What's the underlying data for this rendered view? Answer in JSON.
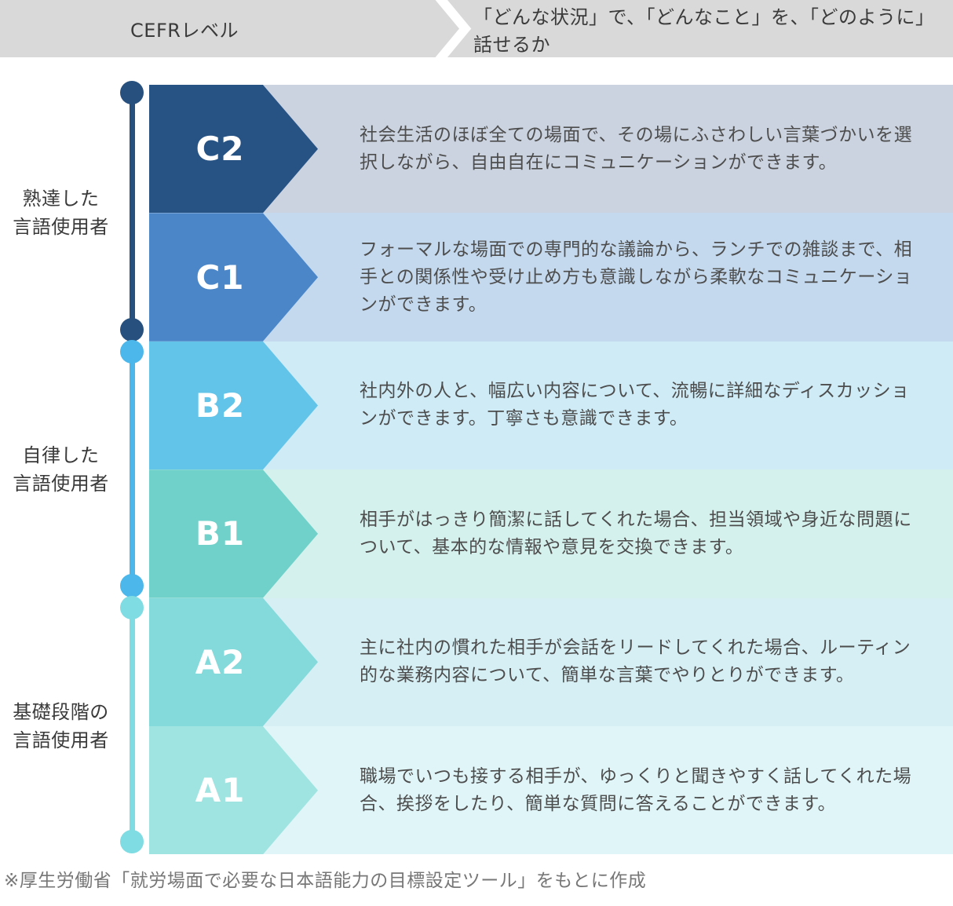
{
  "header": {
    "left_label": "CEFRレベル",
    "right_label": "「どんな状況」で、「どんなこと」を、「どのように」話せるか",
    "bg_color": "#d9d9d9"
  },
  "groups": [
    {
      "label_line1": "熟達した",
      "label_line2": "言語使用者",
      "color": "#27507f"
    },
    {
      "label_line1": "自律した",
      "label_line2": "言語使用者",
      "color": "#4bb7ea"
    },
    {
      "label_line1": "基礎段階の",
      "label_line2": "言語使用者",
      "color": "#7edce2"
    }
  ],
  "levels": [
    {
      "code": "C2",
      "arrow_color": "#275284",
      "row_bg": "#cbd3e0",
      "description": "社会生活のほぼ全ての場面で、その場にふさわしい言葉づかいを選択しながら、自由自在にコミュニケーションができます。"
    },
    {
      "code": "C1",
      "arrow_color": "#4a86c8",
      "row_bg": "#c4d9ee",
      "description": "フォーマルな場面での専門的な議論から、ランチでの雑談まで、相手との関係性や受け止め方も意識しながら柔軟なコミュニケーションができます。"
    },
    {
      "code": "B2",
      "arrow_color": "#63c4ea",
      "row_bg": "#ceebf6",
      "description": "社内外の人と、幅広い内容について、流暢に詳細なディスカッションができます。丁寧さも意識できます。"
    },
    {
      "code": "B1",
      "arrow_color": "#6fd1c9",
      "row_bg": "#d5f1ed",
      "description": "相手がはっきり簡潔に話してくれた場合、担当領域や身近な問題について、基本的な情報や意見を交換できます。"
    },
    {
      "code": "A2",
      "arrow_color": "#84d9db",
      "row_bg": "#d5eff4",
      "description": "主に社内の慣れた相手が会話をリードしてくれた場合、ルーティン的な業務内容について、簡単な言葉でやりとりができます。"
    },
    {
      "code": "A1",
      "arrow_color": "#a0e4e1",
      "row_bg": "#e0f5f8",
      "description": "職場でいつも接する相手が、ゆっくりと聞きやすく話してくれた場合、挨拶をしたり、簡単な質問に答えることができます。"
    }
  ],
  "footer": {
    "note": "※厚生労働省「就労場面で必要な日本語能力の目標設定ツール」をもとに作成"
  }
}
